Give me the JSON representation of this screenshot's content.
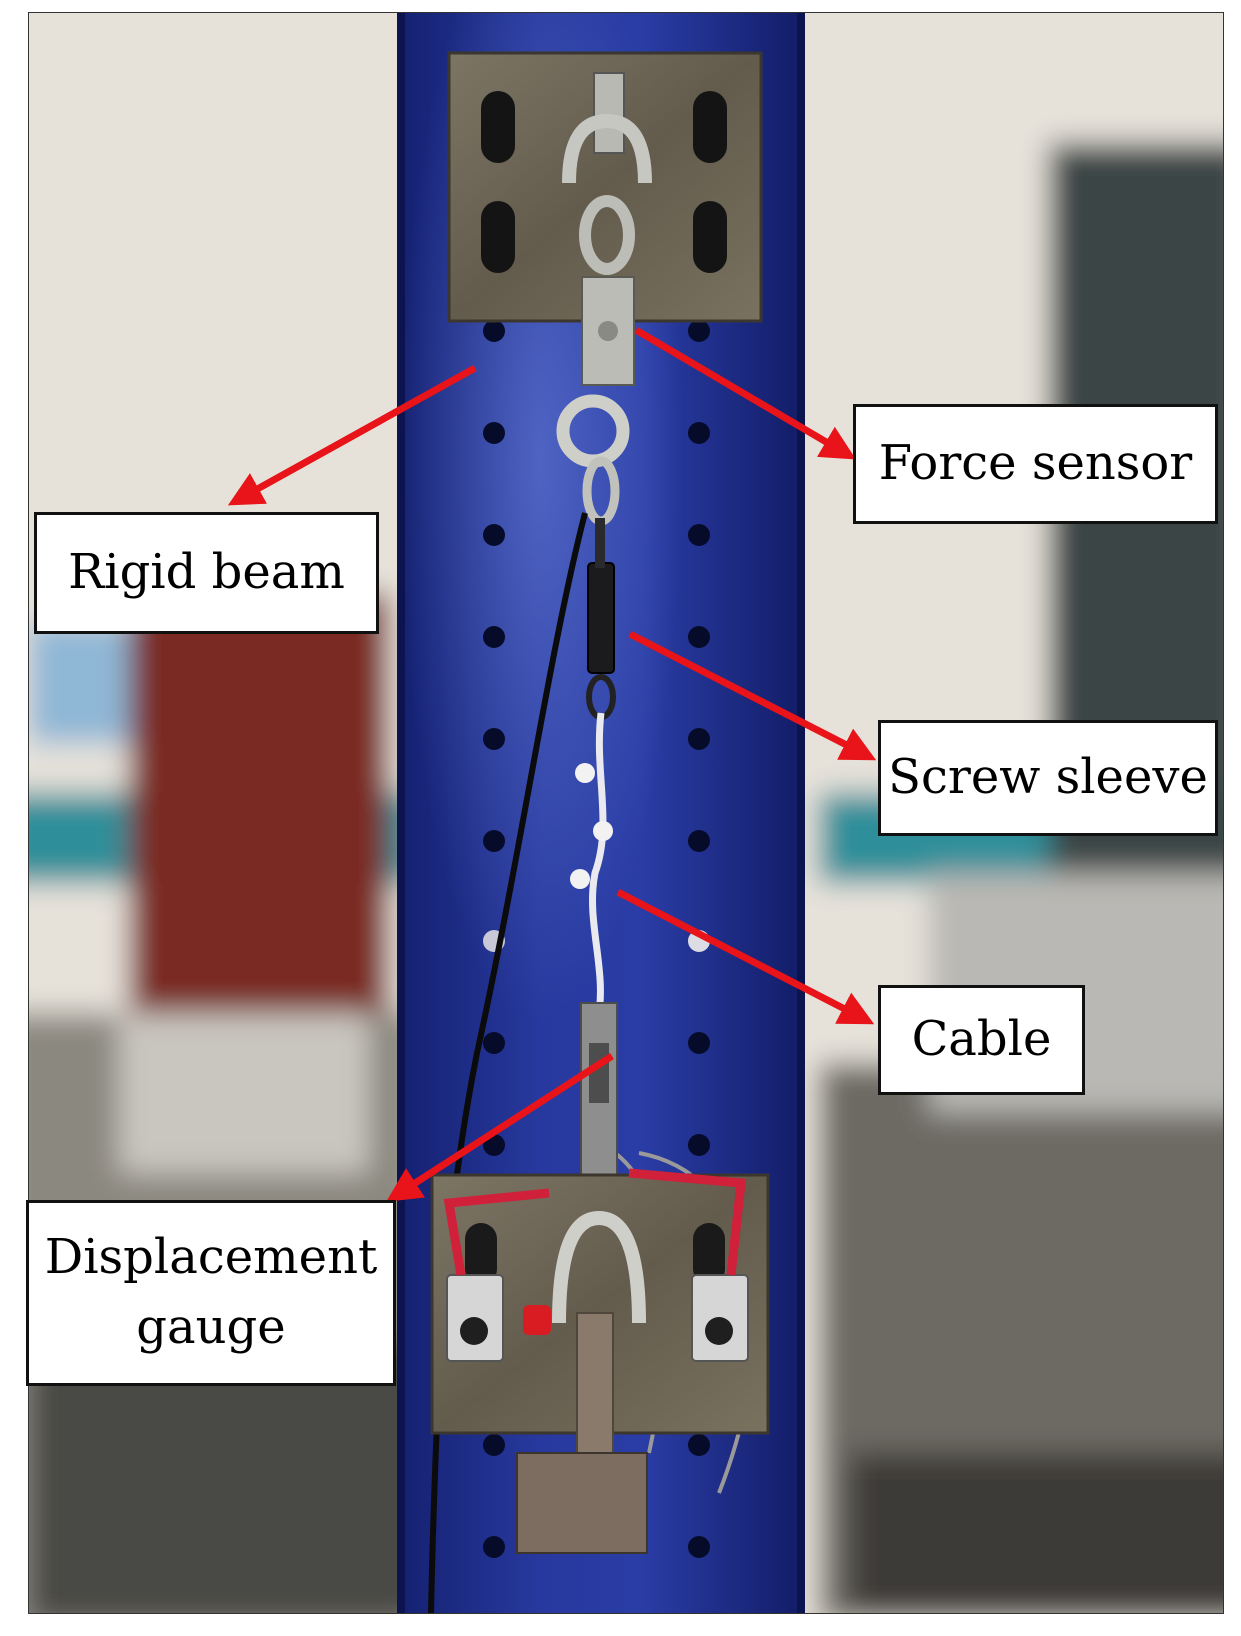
{
  "labels": {
    "force_sensor": "Force sensor",
    "rigid_beam": "Rigid beam",
    "screw_sleeve": "Screw sleeve",
    "cable": "Cable",
    "displacement_gauge": "Displacement\ngauge"
  },
  "colors": {
    "arrow": "#e8141a",
    "column": "#1f2f8c",
    "plate": "#6e6656",
    "wall": "#e9e6df",
    "teal_stripe": "#2e8f9a",
    "door": "#7a2a24"
  }
}
